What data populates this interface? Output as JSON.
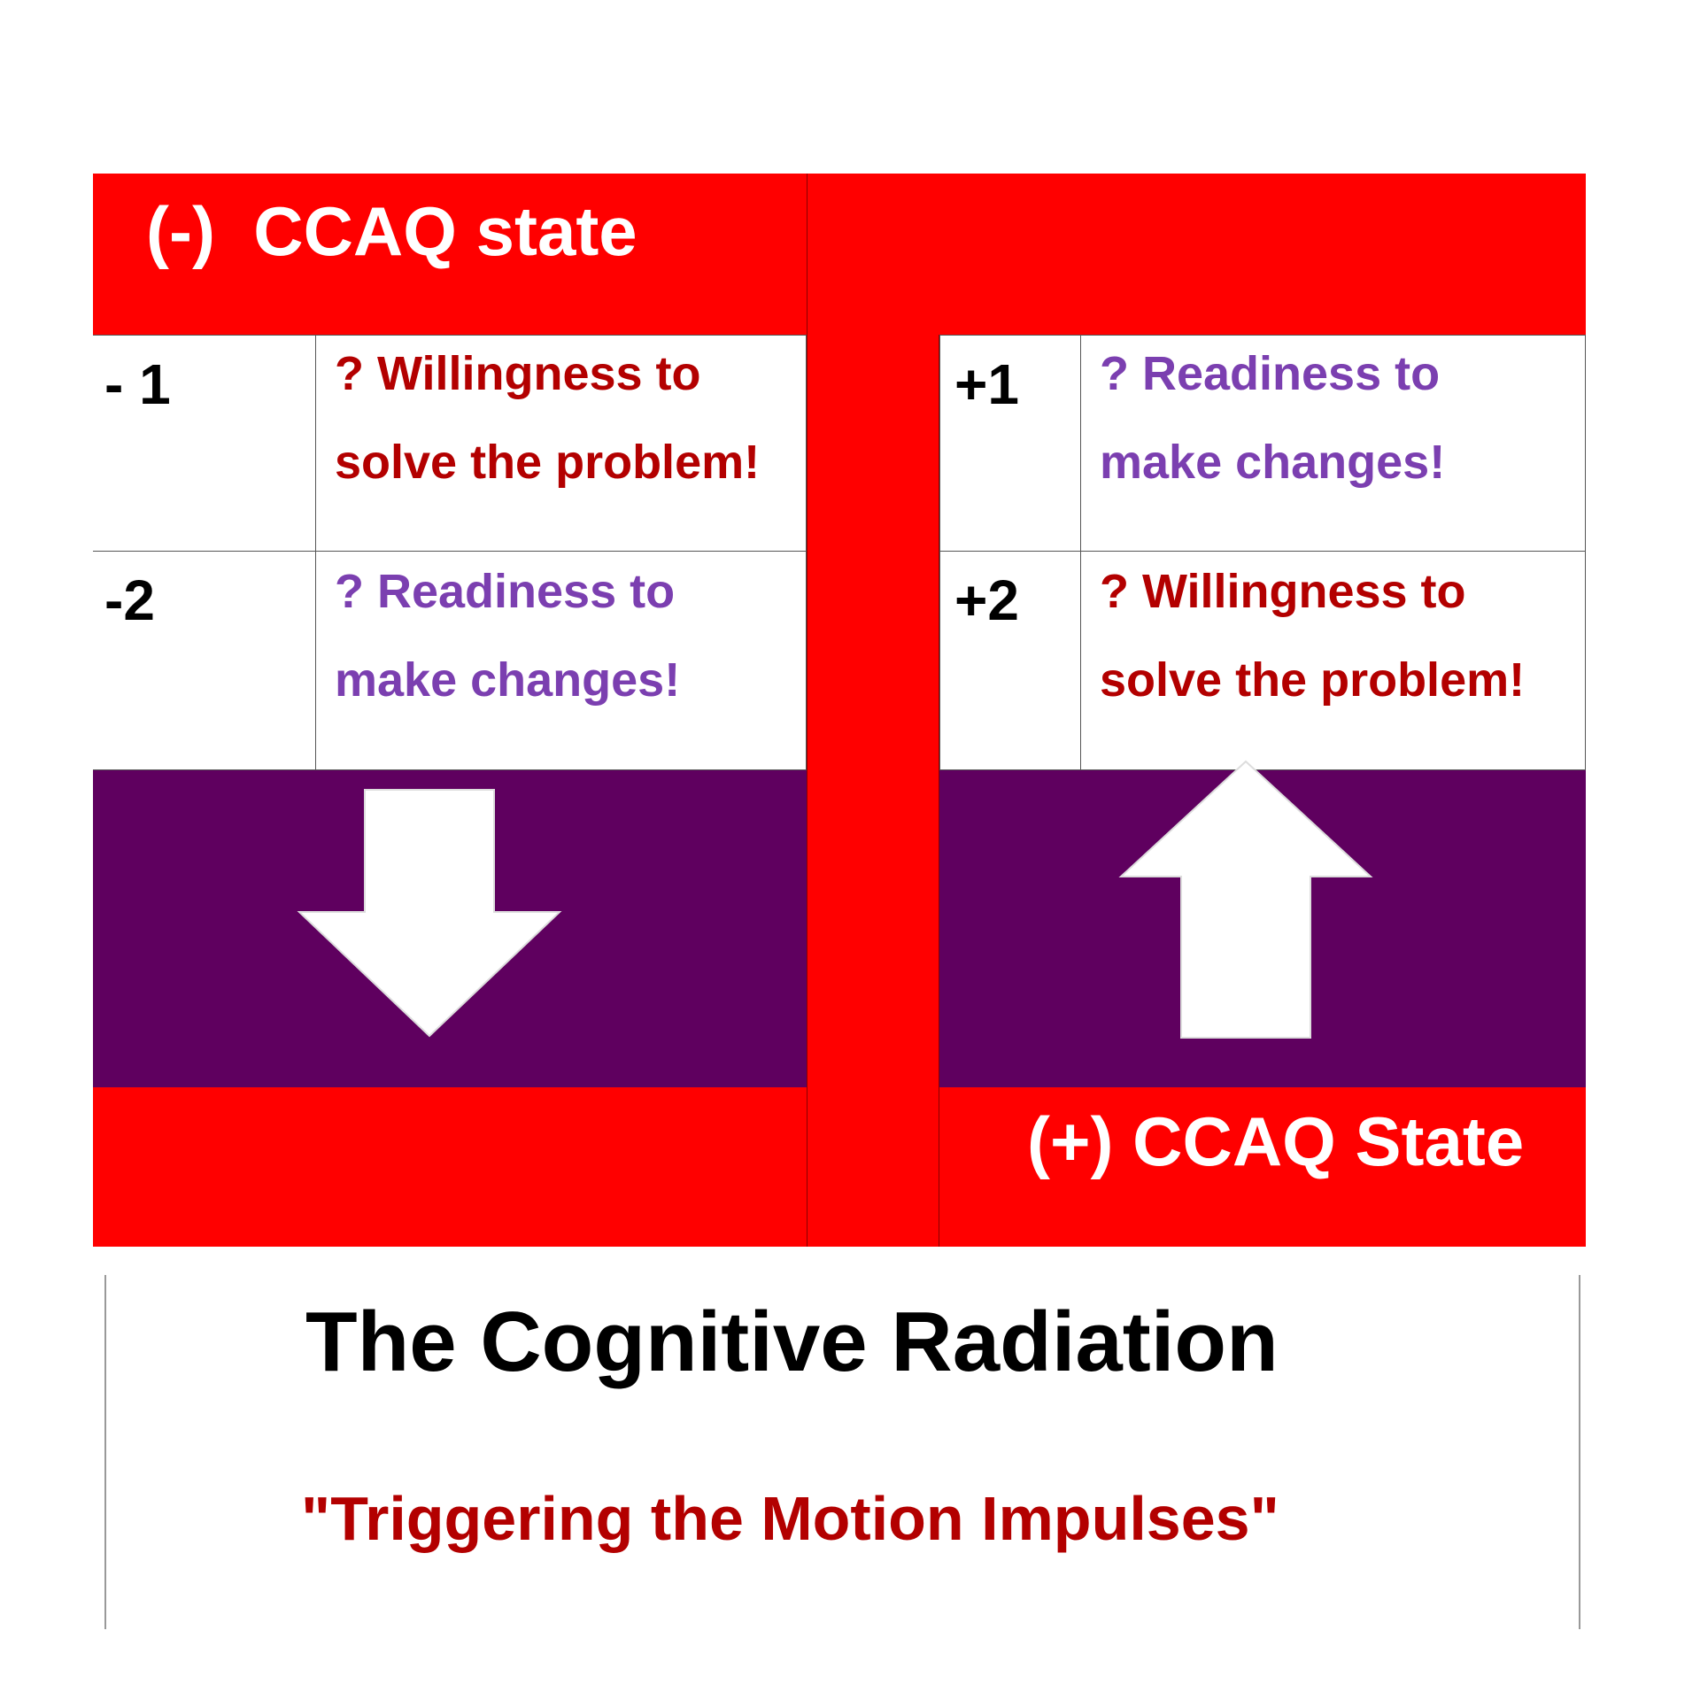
{
  "colors": {
    "red": "#ff0000",
    "purple_band": "#5f005f",
    "dark_red_text": "#b30000",
    "purple_text": "#7b3fb0",
    "black": "#000000",
    "white": "#ffffff"
  },
  "negative_state": {
    "label": "(-)  CCAQ state",
    "rows": [
      {
        "number": "- 1",
        "line1": "? Willingness to",
        "line2": "solve the problem!",
        "tone": "red"
      },
      {
        "number": "-2",
        "line1": "? Readiness to",
        "line2": "make changes!",
        "tone": "purple"
      }
    ],
    "arrow": "down-arrow-icon"
  },
  "positive_state": {
    "label": "(+) CCAQ State",
    "rows": [
      {
        "number": "+1",
        "line1": "? Readiness to",
        "line2": "make changes!",
        "tone": "purple"
      },
      {
        "number": "+2",
        "line1": "? Willingness to",
        "line2": "solve the problem!",
        "tone": "red"
      }
    ],
    "arrow": "up-arrow-icon"
  },
  "caption": {
    "title": "The Cognitive Radiation",
    "subtitle": "\"Triggering the Motion Impulses\""
  }
}
